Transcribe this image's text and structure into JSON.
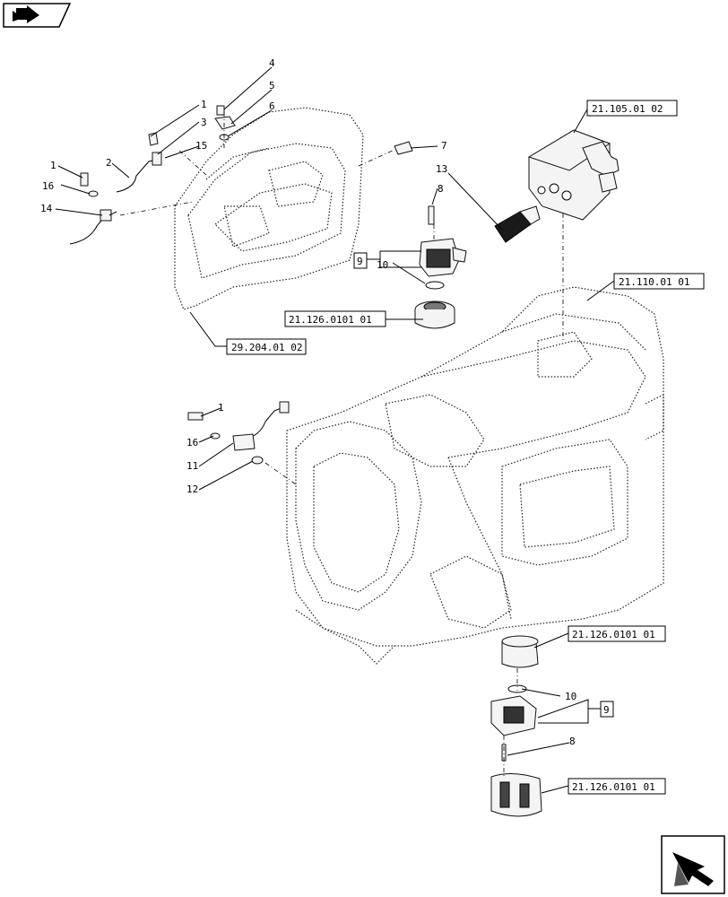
{
  "callouts": {
    "c1a": "1",
    "c3": "3",
    "c4": "4",
    "c5": "5",
    "c6": "6",
    "c15": "15",
    "c1b": "1",
    "c2": "2",
    "c16a": "16",
    "c14": "14",
    "c7": "7",
    "c13": "13",
    "c8a": "8",
    "c10a": "10",
    "c9a": "9",
    "c1c": "1",
    "c16b": "16",
    "c11": "11",
    "c12": "12",
    "c10b": "10",
    "c9b": "9",
    "c8b": "8"
  },
  "refs": {
    "r_21_105": "21.105.01 02",
    "r_21_110": "21.110.01 01",
    "r_21_126_a": "21.126.0101 01",
    "r_29_204": "29.204.01 02",
    "r_21_126_b": "21.126.0101 01",
    "r_21_126_c": "21.126.0101 01"
  },
  "icons": {
    "top_left": "book-arrow-icon",
    "bottom_right": "next-page-arrow-icon"
  }
}
